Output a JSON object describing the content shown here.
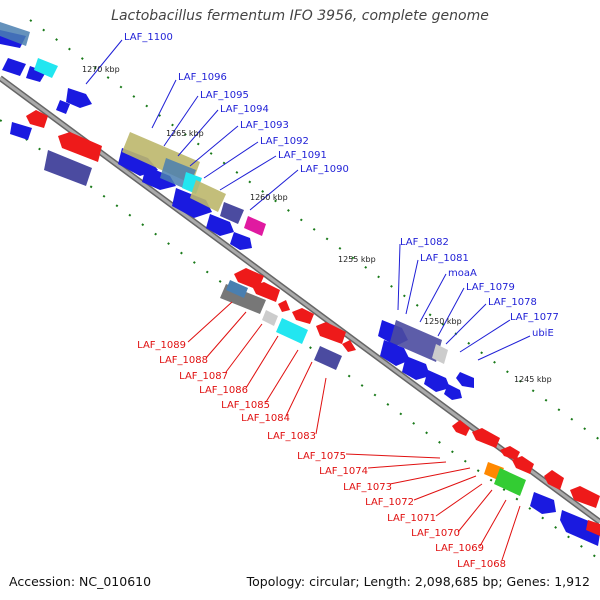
{
  "title": "Lactobacillus fermentum IFO 3956, complete genome",
  "accession": "Accession: NC_010610",
  "topology": "Topology: circular; Length: 2,098,685 bp; Genes: 1,912",
  "colors": {
    "backbone": "#8a8a8a",
    "forward_label": "#1f1fd6",
    "reverse_label": "#e01010",
    "forward_gene": "#1a1ae0",
    "reverse_gene": "#ee1a1a",
    "tick": "#1a7a1a"
  },
  "ticks": [
    "1270 kbp",
    "1265 kbp",
    "1260 kbp",
    "1255 kbp",
    "1250 kbp",
    "1245 kbp"
  ],
  "forward_labels": [
    "LAF_1100",
    "LAF_1096",
    "LAF_1095",
    "LAF_1094",
    "LAF_1093",
    "LAF_1092",
    "LAF_1091",
    "LAF_1090",
    "LAF_1082",
    "LAF_1081",
    "moaA",
    "LAF_1079",
    "LAF_1078",
    "LAF_1077",
    "ubiE"
  ],
  "reverse_labels": [
    "LAF_1089",
    "LAF_1088",
    "LAF_1087",
    "LAF_1086",
    "LAF_1085",
    "LAF_1084",
    "LAF_1083",
    "LAF_1075",
    "LAF_1074",
    "LAF_1073",
    "LAF_1072",
    "LAF_1071",
    "LAF_1070",
    "LAF_1069",
    "LAF_1068"
  ]
}
